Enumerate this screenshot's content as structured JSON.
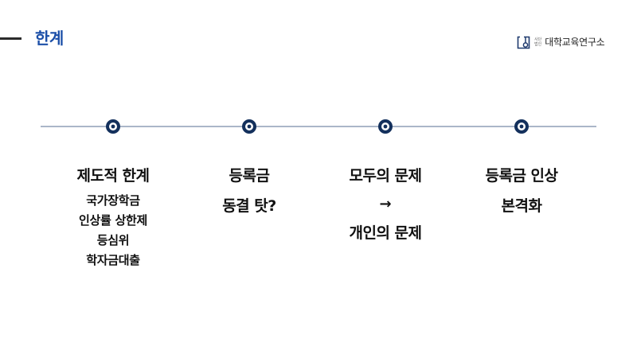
{
  "header": {
    "title": "한계",
    "title_color": "#1c4fa8"
  },
  "logo": {
    "icon": "institute-logo-icon",
    "sub_line_1": "사단",
    "sub_line_2": "법인",
    "name": "대학교육연구소",
    "color": "#1f3a6e"
  },
  "timeline": {
    "marker_icon": "ring-marker-icon",
    "marker_color": "#13305c",
    "line_color": "#aab6c8",
    "items": [
      {
        "title_lines": [
          "제도적 한계"
        ],
        "sub_lines": [
          "국가장학금",
          "인상률 상한제",
          "등심위",
          "학자금대출"
        ]
      },
      {
        "title_lines": [
          "등록금",
          "동결 탓?"
        ],
        "sub_lines": []
      },
      {
        "title_lines": [
          "모두의 문제",
          "개인의 문제"
        ],
        "arrow": "→",
        "sub_lines": []
      },
      {
        "title_lines": [
          "등록금 인상",
          "본격화"
        ],
        "sub_lines": []
      }
    ]
  }
}
